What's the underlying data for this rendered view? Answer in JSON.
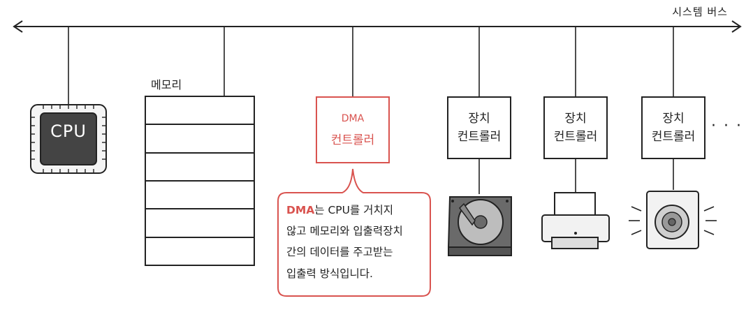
{
  "bus": {
    "label": "시스템 버스"
  },
  "cpu": {
    "label": "CPU"
  },
  "memory": {
    "label": "메모리",
    "cells": 6
  },
  "dma_controller": {
    "line1": "DMA",
    "line2": "컨트롤러"
  },
  "device_controllers": [
    {
      "line1": "장치",
      "line2": "컨트롤러",
      "device": "hard-disk"
    },
    {
      "line1": "장치",
      "line2": "컨트롤러",
      "device": "printer"
    },
    {
      "line1": "장치",
      "line2": "컨트롤러",
      "device": "speaker"
    }
  ],
  "more": "· · ·",
  "callout": {
    "highlight": "DMA",
    "rest_line1": "는 CPU를 거치지",
    "line2": "않고 메모리와 입출력장치",
    "line3": "간의 데이터를 주고받는",
    "line4": "입출력 방식입니다."
  },
  "colors": {
    "accent": "#d9534f",
    "ink": "#222222",
    "cpu_chip": "#444444"
  }
}
